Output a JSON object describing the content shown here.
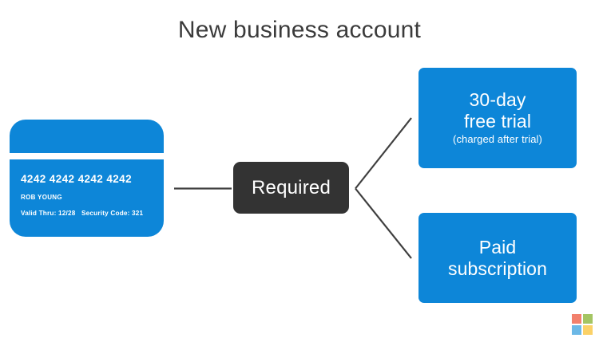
{
  "page": {
    "title": "New business account",
    "background_color": "#ffffff"
  },
  "colors": {
    "brand_blue": "#0d86d8",
    "node_dark": "#333333",
    "title_text": "#3b3b3b",
    "connector_line": "#3f3f3f",
    "ms_red": "#f2806c",
    "ms_green": "#a4c563",
    "ms_blue": "#6cb8e6",
    "ms_yellow": "#fbd167"
  },
  "credit_card": {
    "name": "credit-card-illustration",
    "number": "4242 4242 4242 4242",
    "holder": "ROB YOUNG",
    "valid_thru": "Valid Thru:  12/28",
    "security_code": "Security Code:  321"
  },
  "required_node": {
    "label": "Required"
  },
  "outcomes": [
    {
      "id": "free-trial",
      "lines": [
        "30-day",
        "free trial"
      ],
      "note": "(charged after trial)"
    },
    {
      "id": "paid-subscription",
      "lines": [
        "Paid",
        "subscription"
      ],
      "note": ""
    }
  ],
  "logo": {
    "name": "microsoft-logo",
    "squares": [
      "ms-red",
      "ms-green",
      "ms-blue",
      "ms-yellow"
    ]
  }
}
